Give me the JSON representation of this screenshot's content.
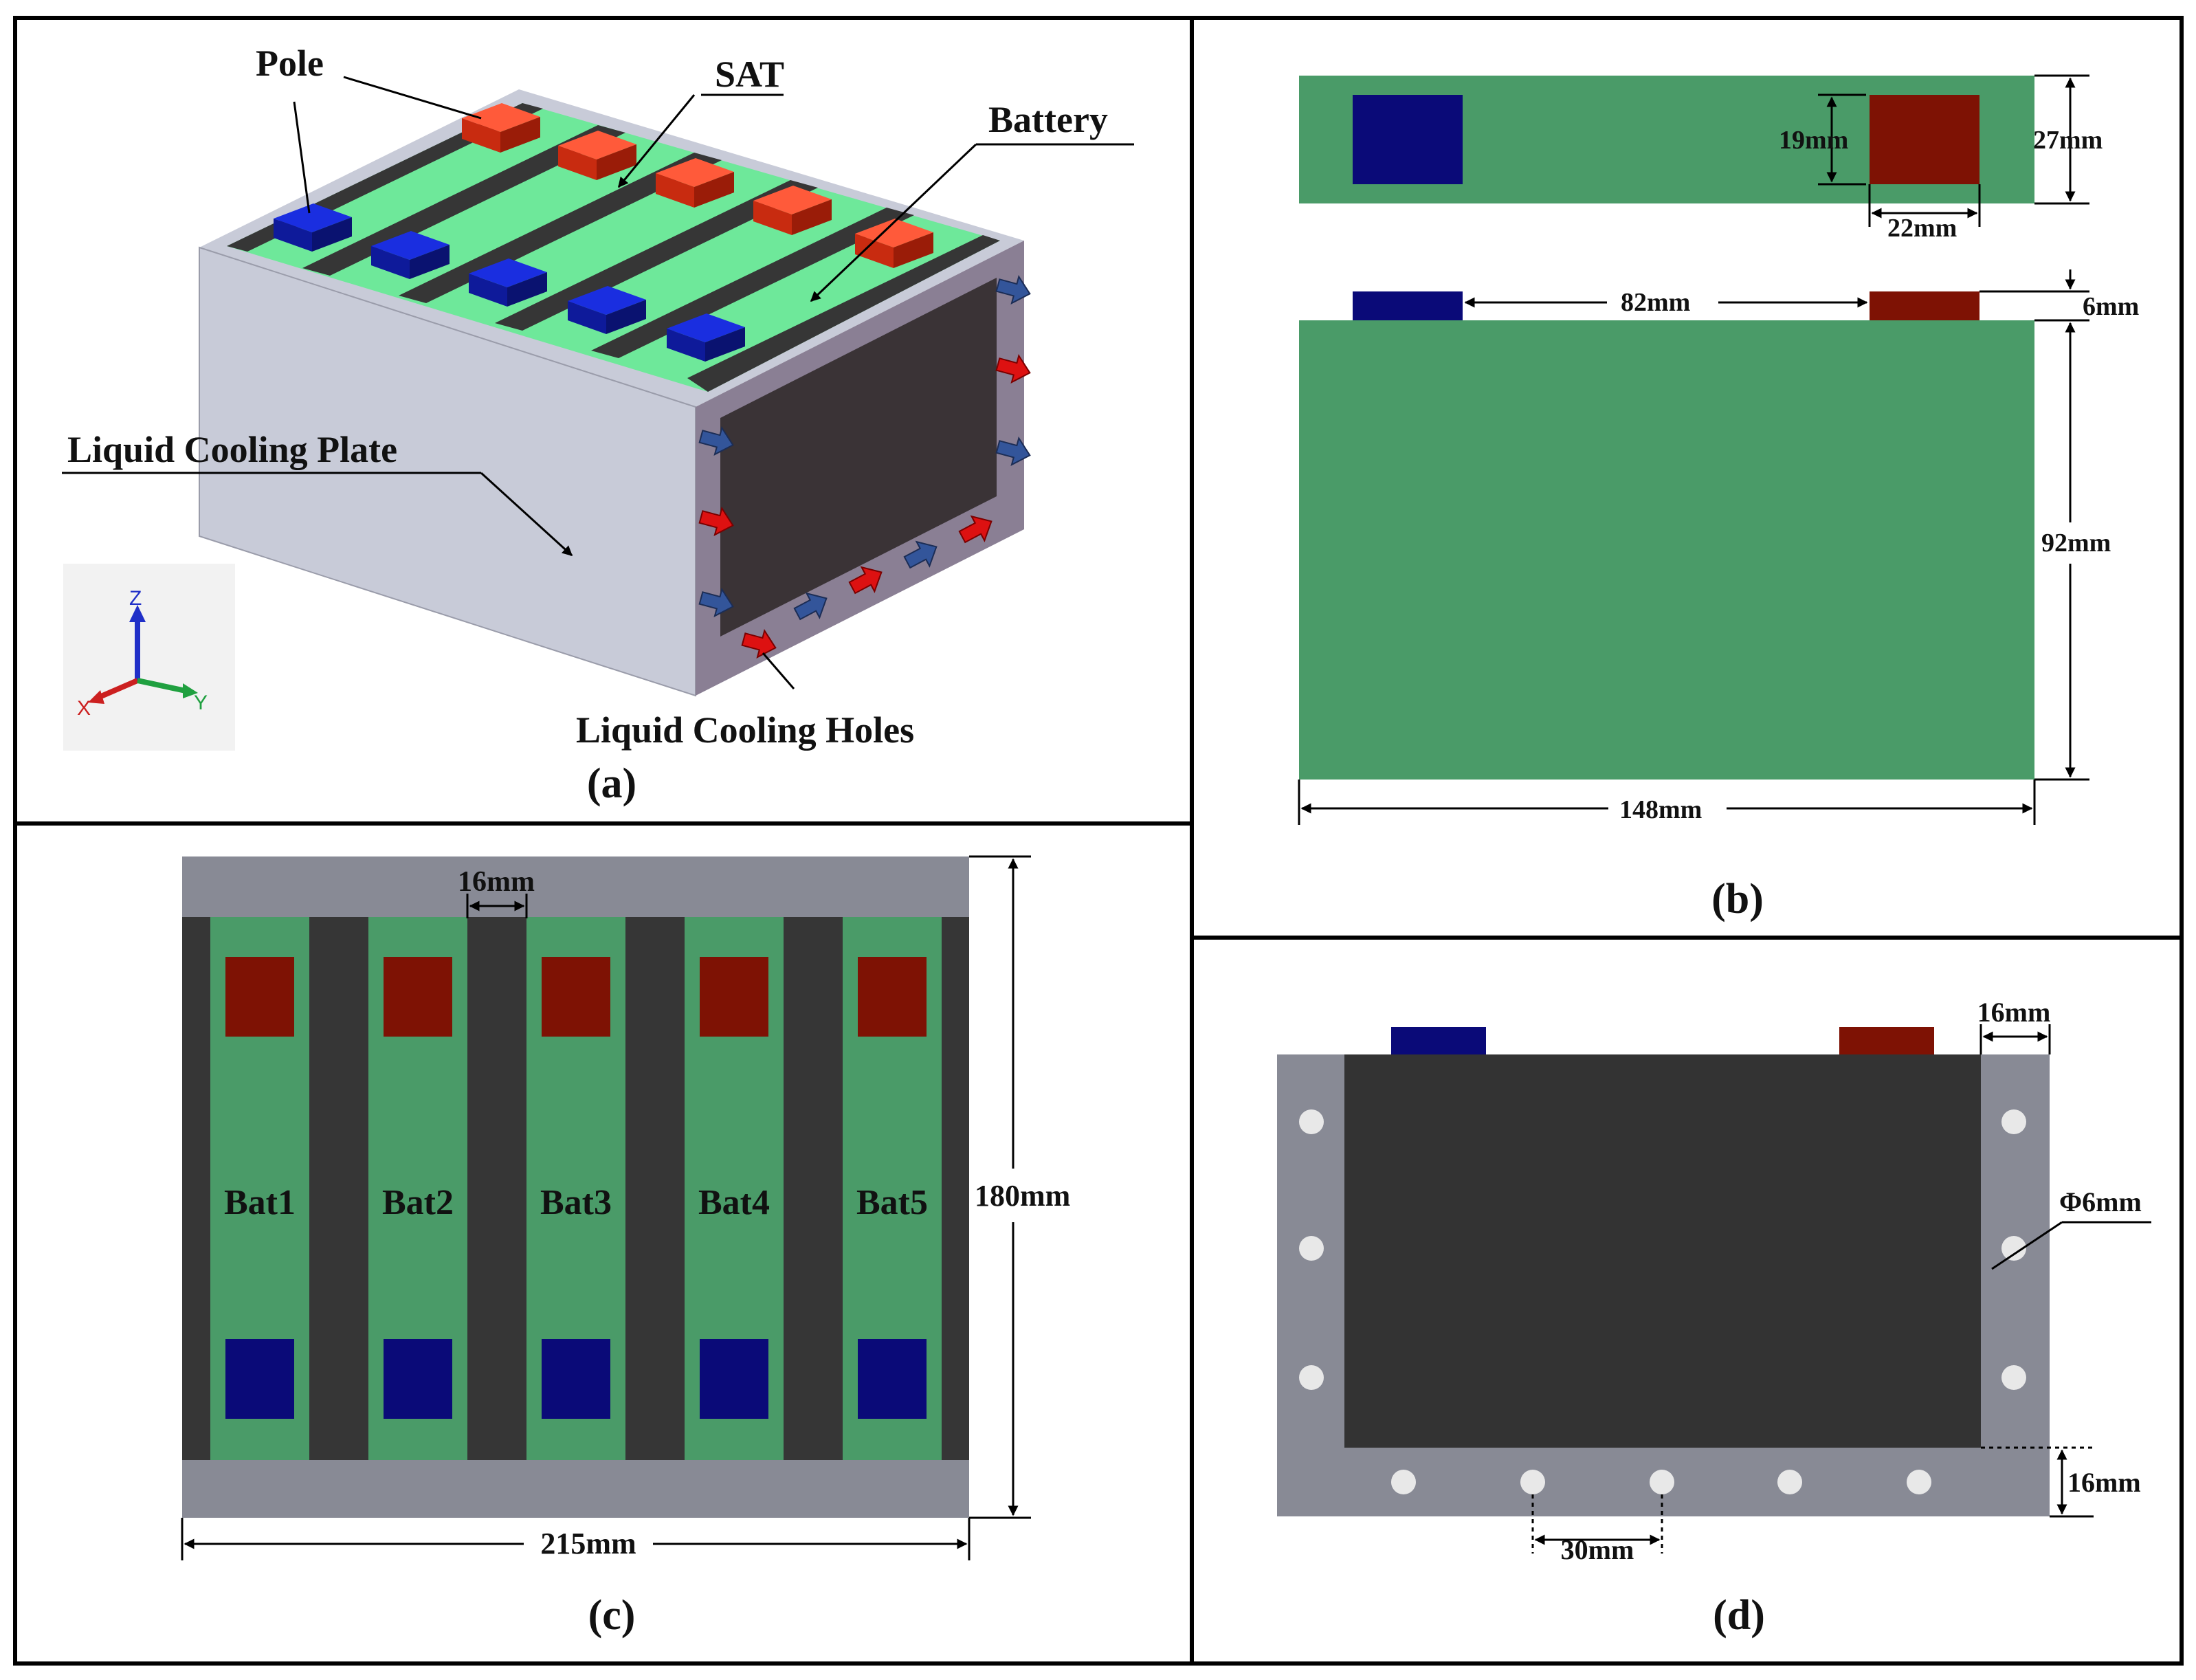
{
  "panels": {
    "a": {
      "caption": "(a)",
      "labels": {
        "pole": "Pole",
        "sat": "SAT",
        "battery": "Battery",
        "plate": "Liquid Cooling Plate",
        "holes": "Liquid Cooling Holes"
      },
      "axes": {
        "z": "Z",
        "x": "X",
        "y": "Y"
      }
    },
    "b": {
      "caption": "(b)",
      "dims": {
        "pole_height": "19mm",
        "thickness": "27mm",
        "pole_width": "22mm",
        "pole_spacing": "82mm",
        "pole_protrusion": "6mm",
        "height": "92mm",
        "length": "148mm"
      }
    },
    "c": {
      "caption": "(c)",
      "dims": {
        "sat_width": "16mm",
        "height": "180mm",
        "width": "215mm"
      },
      "batteries": [
        "Bat1",
        "Bat2",
        "Bat3",
        "Bat4",
        "Bat5"
      ]
    },
    "d": {
      "caption": "(d)",
      "dims": {
        "side_wall": "16mm",
        "hole_diameter": "Φ6mm",
        "bottom_wall": "16mm",
        "hole_spacing": "30mm"
      }
    }
  },
  "colors": {
    "battery_green": "#4a9b68",
    "battery_top_green": "#6ee89a",
    "sat_dark": "#363636",
    "plate_grey": "#888a95",
    "plate_light": "#c8cbd8",
    "pole_blue": "#0a0a78",
    "pole_red": "#7e1204",
    "arrow_blue": "#33559a",
    "arrow_red": "#dd1111"
  }
}
